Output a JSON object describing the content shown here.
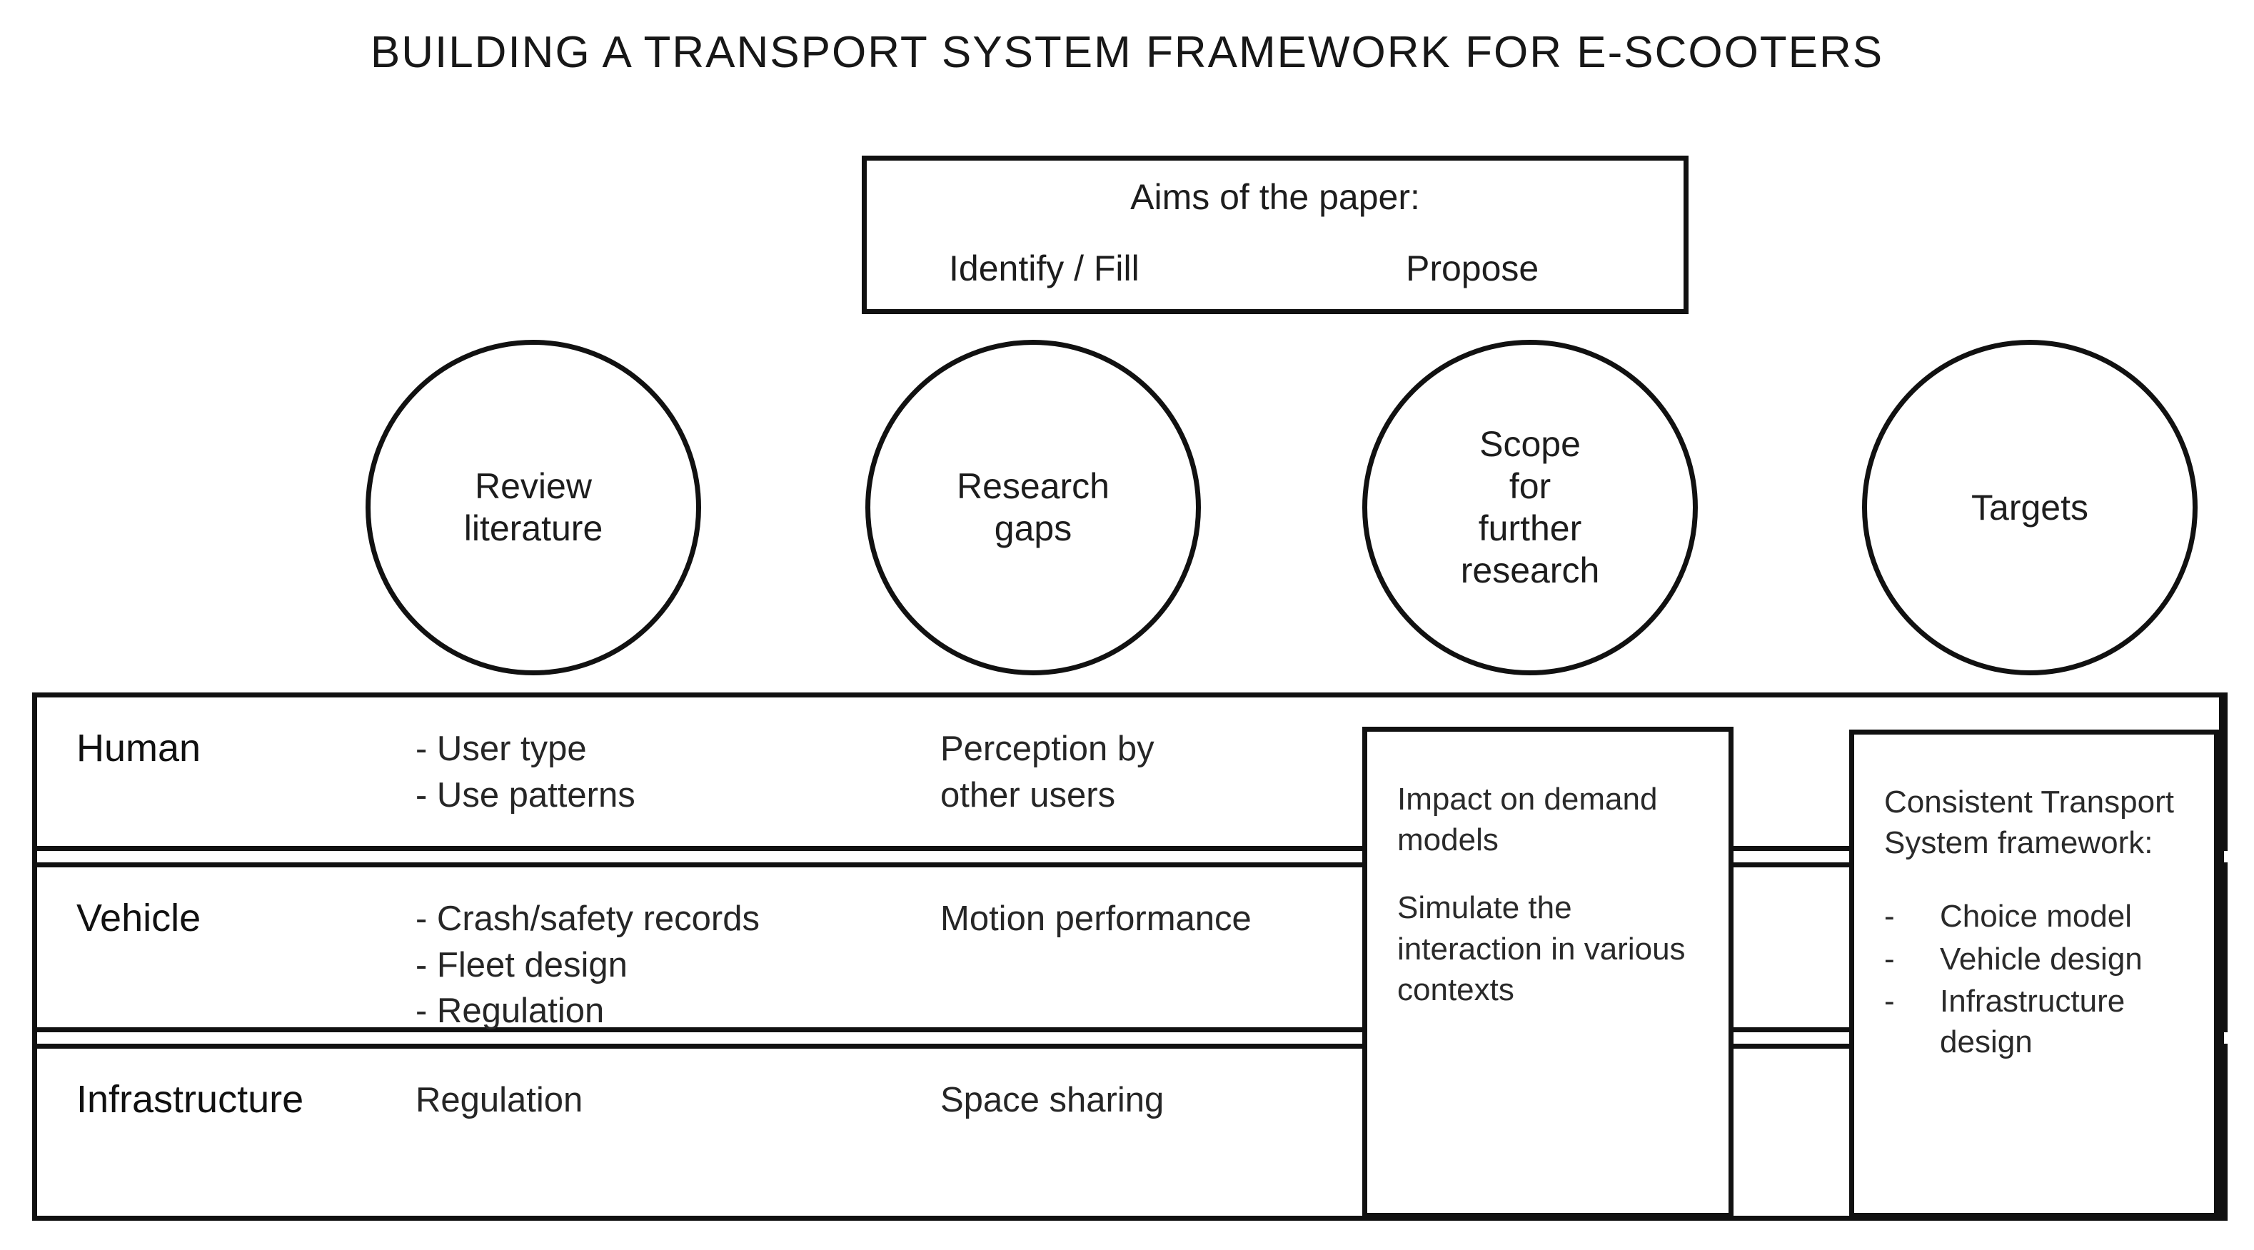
{
  "title": "BUILDING A TRANSPORT SYSTEM FRAMEWORK FOR E-SCOOTERS",
  "aims": {
    "heading": "Aims of the paper:",
    "left": "Identify / Fill",
    "right": "Propose"
  },
  "circles": [
    {
      "label": "Review\nliterature"
    },
    {
      "label": "Research\ngaps"
    },
    {
      "label": "Scope\nfor\nfurther\nresearch"
    },
    {
      "label": "Targets"
    }
  ],
  "rows": [
    {
      "label": "Human",
      "col1": "- User type\n- Use patterns",
      "col2": "Perception by\nother users"
    },
    {
      "label": "Vehicle",
      "col1": "- Crash/safety records\n- Fleet design\n- Regulation",
      "col2": "Motion performance"
    },
    {
      "label": "Infrastructure",
      "col1": "Regulation",
      "col2": "Space sharing"
    }
  ],
  "overlays": [
    {
      "para1": "Impact on demand models",
      "para2": "Simulate the interaction in various contexts"
    },
    {
      "heading": "Consistent Transport System framework:",
      "bullet_marker": "-",
      "bullets": [
        "Choice model",
        "Vehicle design",
        "Infrastructure design"
      ]
    }
  ],
  "colors": {
    "stroke": "#111111",
    "text": "#1d1d1d",
    "background": "#ffffff"
  }
}
